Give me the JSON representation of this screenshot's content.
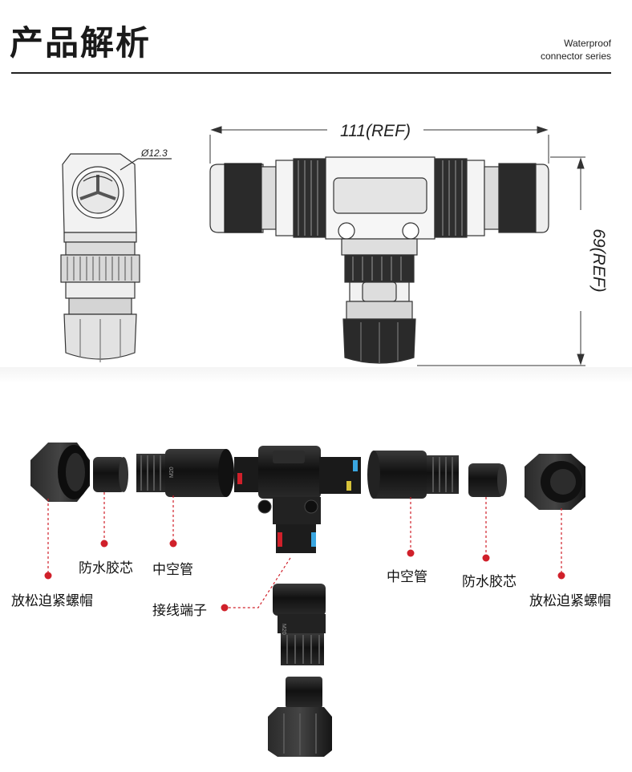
{
  "header": {
    "title": "产品解析",
    "series_line1": "Waterproof",
    "series_line2": "connector series"
  },
  "drawing": {
    "diameter": "Ø12.3",
    "width_dim": "111(REF)",
    "height_dim": "69(REF)"
  },
  "exploded": {
    "m20_mark": "M20"
  },
  "callouts": {
    "left_cap": "放松迫紧螺帽",
    "left_rubber": "防水胶芯",
    "left_tube": "中空管",
    "terminal": "接线端子",
    "right_tube": "中空管",
    "right_rubber": "防水胶芯",
    "right_cap": "放松迫紧螺帽"
  },
  "colors": {
    "accent_red": "#d0202a",
    "part_black": "#1b1b1b"
  }
}
